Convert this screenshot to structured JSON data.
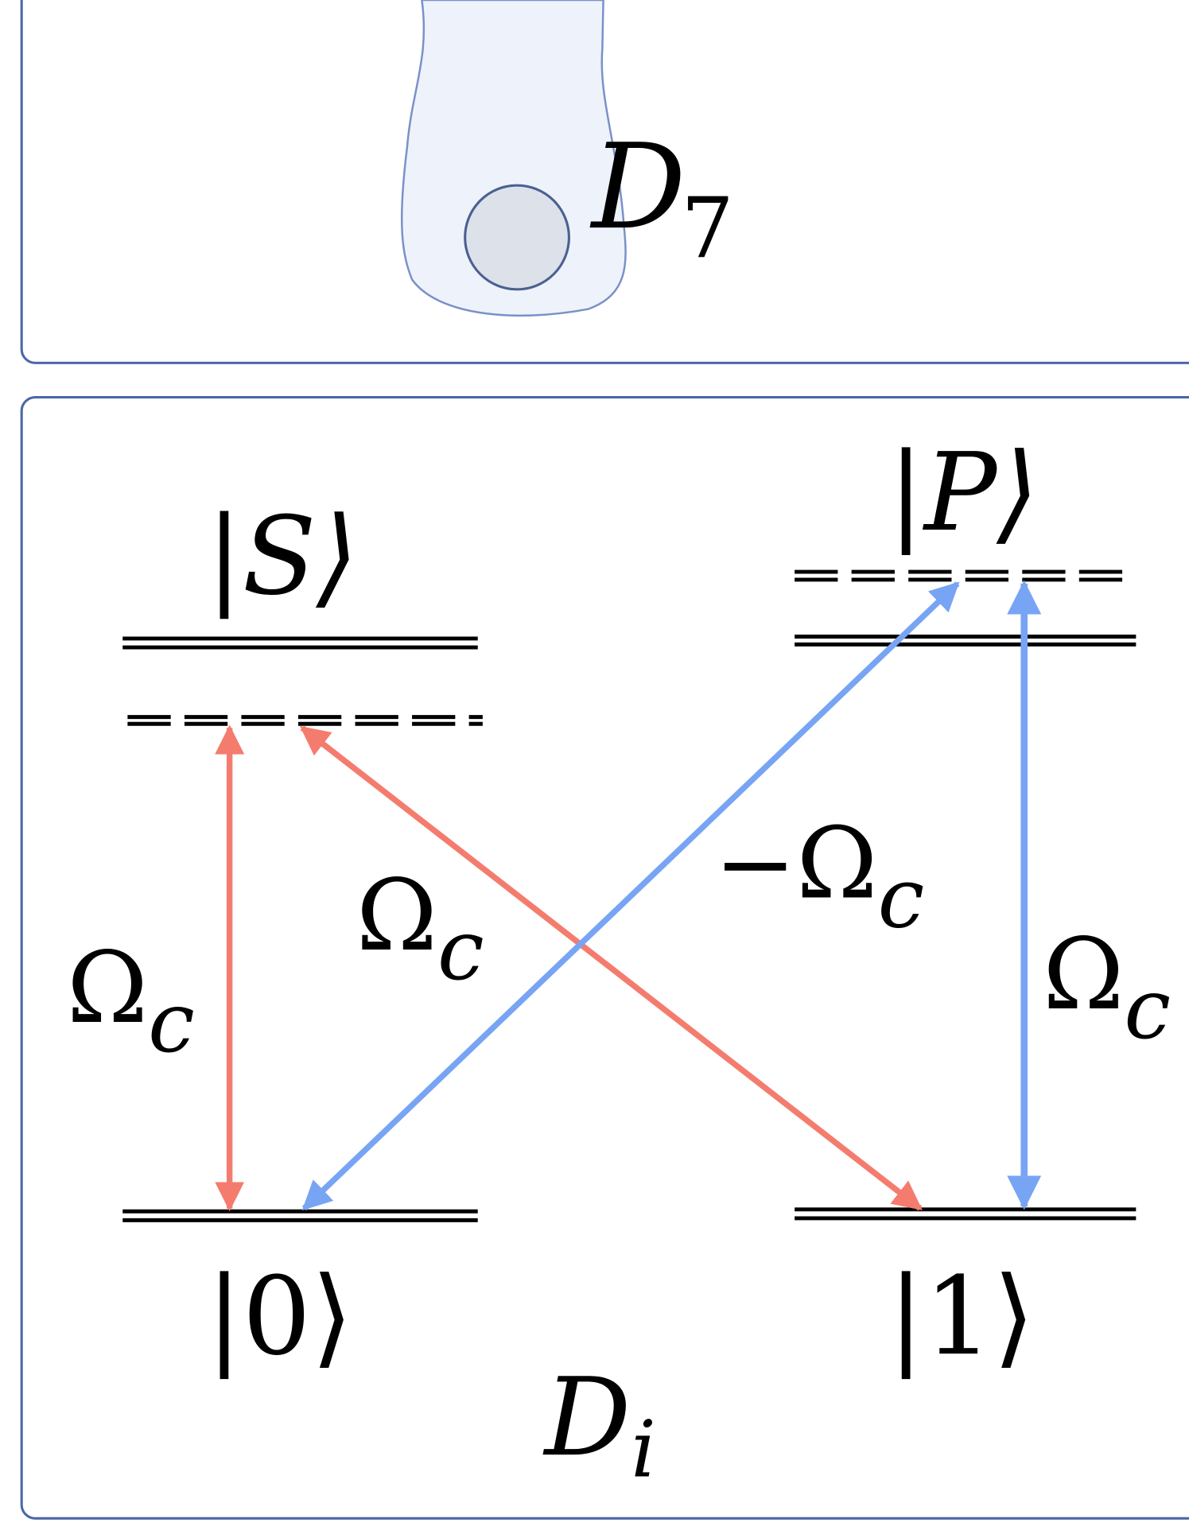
{
  "top_panel": {
    "label": "D",
    "label_sub": "7"
  },
  "bottom_panel": {
    "states": {
      "S": "|S⟩",
      "P": "|P⟩",
      "zero": "|0⟩",
      "one": "|1⟩"
    },
    "couplings": [
      {
        "text": "Ω",
        "sub": "c"
      },
      {
        "text": "Ω",
        "sub": "c"
      },
      {
        "text": "−Ω",
        "sub": "c"
      },
      {
        "text": "Ω",
        "sub": "c"
      }
    ],
    "label": "D",
    "label_sub": "i"
  },
  "colors": {
    "red_arrow": "#f47c6e",
    "blue_arrow": "#78a4f4",
    "frame": "#4a68a8"
  }
}
